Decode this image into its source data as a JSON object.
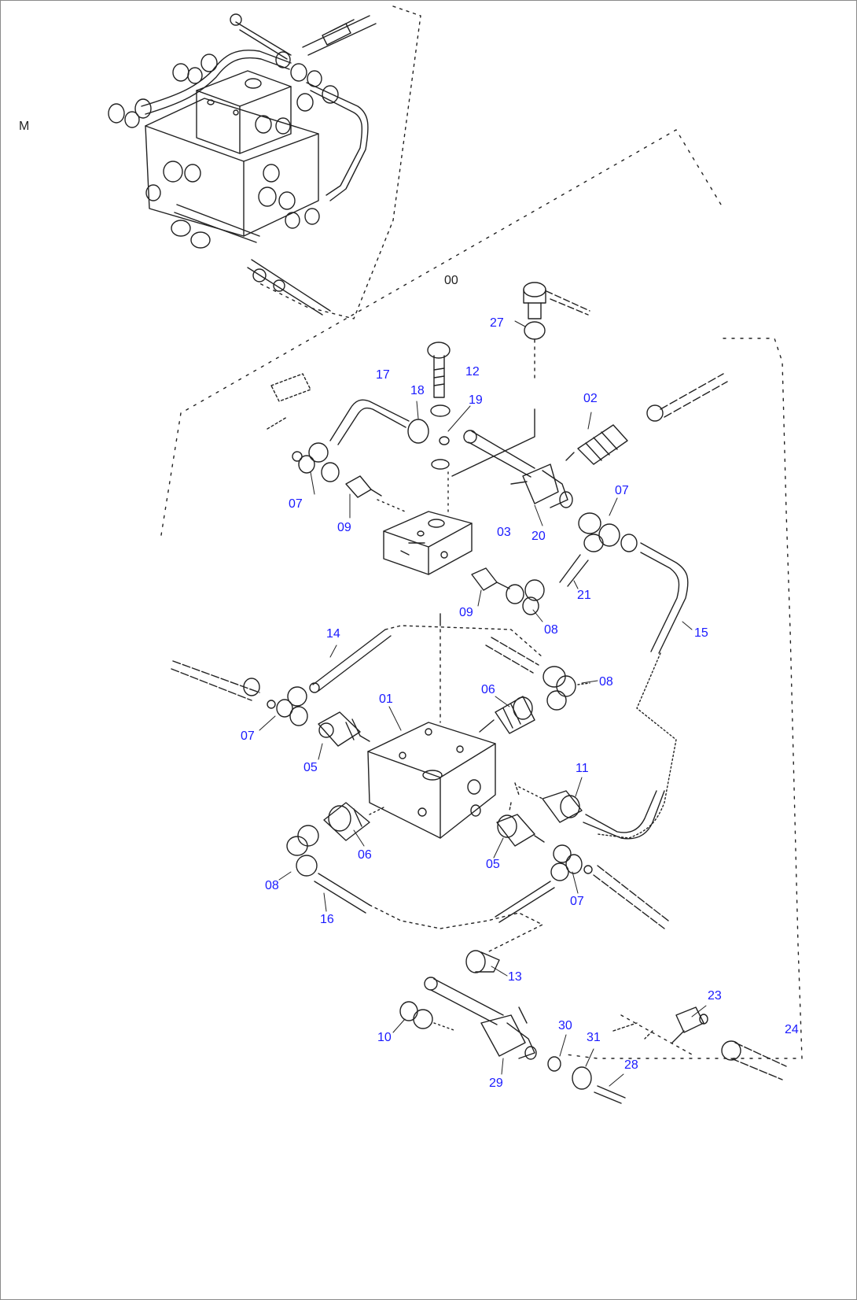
{
  "view_marker": "M",
  "group_label": "00",
  "part_labels": [
    {
      "id": "p27",
      "text": "27"
    },
    {
      "id": "p17",
      "text": "17"
    },
    {
      "id": "p12",
      "text": "12"
    },
    {
      "id": "p18",
      "text": "18"
    },
    {
      "id": "p19",
      "text": "19"
    },
    {
      "id": "p02",
      "text": "02"
    },
    {
      "id": "p07a",
      "text": "07"
    },
    {
      "id": "p09a",
      "text": "09"
    },
    {
      "id": "p03",
      "text": "03"
    },
    {
      "id": "p20",
      "text": "20"
    },
    {
      "id": "p07b",
      "text": "07"
    },
    {
      "id": "p21",
      "text": "21"
    },
    {
      "id": "p09b",
      "text": "09"
    },
    {
      "id": "p08a",
      "text": "08"
    },
    {
      "id": "p15",
      "text": "15"
    },
    {
      "id": "p14",
      "text": "14"
    },
    {
      "id": "p08b",
      "text": "08"
    },
    {
      "id": "p06a",
      "text": "06"
    },
    {
      "id": "p01",
      "text": "01"
    },
    {
      "id": "p07c",
      "text": "07"
    },
    {
      "id": "p05a",
      "text": "05"
    },
    {
      "id": "p11",
      "text": "11"
    },
    {
      "id": "p06b",
      "text": "06"
    },
    {
      "id": "p05b",
      "text": "05"
    },
    {
      "id": "p08c",
      "text": "08"
    },
    {
      "id": "p07d",
      "text": "07"
    },
    {
      "id": "p16",
      "text": "16"
    },
    {
      "id": "p13",
      "text": "13"
    },
    {
      "id": "p23",
      "text": "23"
    },
    {
      "id": "p24",
      "text": "24"
    },
    {
      "id": "p30",
      "text": "30"
    },
    {
      "id": "p31",
      "text": "31"
    },
    {
      "id": "p10",
      "text": "10"
    },
    {
      "id": "p28",
      "text": "28"
    },
    {
      "id": "p29",
      "text": "29"
    }
  ],
  "colors": {
    "label": "#1a1aff",
    "line": "#222222",
    "frame": "#8a8a8a"
  }
}
